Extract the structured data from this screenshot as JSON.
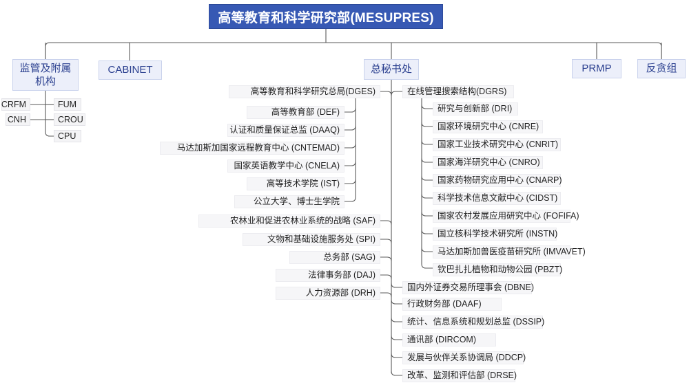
{
  "diagram": {
    "type": "organization-chart",
    "title": "高等教育和科学研究部(MESUPRES)",
    "colors": {
      "root_fill": "#3759b4",
      "root_text": "#ffffff",
      "level2_fill": "#eceffa",
      "level2_border": "#c9d2ec",
      "level2_text": "#2a3f8f",
      "leaf_fill": "#f6f6f8",
      "leaf_text": "#1f1f1f",
      "connector": "#5a5a5a"
    }
  },
  "root": {
    "label": "高等教育和科学研究部(MESUPRES)"
  },
  "level2": [
    {
      "label": "监管及附属机构"
    },
    {
      "label": "CABINET"
    },
    {
      "label": "总秘书处"
    },
    {
      "label": "PRMP"
    },
    {
      "label": "反贪组"
    }
  ],
  "supervision": {
    "parent": "监管及附属机构",
    "left_chips": [
      {
        "label": "CRFM"
      },
      {
        "label": "CNH"
      }
    ],
    "right_chips": [
      {
        "label": "FUM"
      },
      {
        "label": "CROU"
      },
      {
        "label": "CPU"
      }
    ]
  },
  "secretariat": {
    "parent": "总秘书处",
    "left_branch": [
      {
        "label": "高等教育和科学研究总局(DGES)",
        "children": [
          {
            "label": "高等教育部 (DEF)"
          },
          {
            "label": "认证和质量保证总监 (DAAQ)"
          },
          {
            "label": "马达加斯加国家远程教育中心 (CNTEMAD)"
          },
          {
            "label": "国家英语教学中心 (CNELA)"
          },
          {
            "label": "高等技术学院 (IST)"
          },
          {
            "label": "公立大学、博士生学院"
          }
        ]
      },
      {
        "label": "农林业和促进农林业系统的战略 (SAF)",
        "children": []
      },
      {
        "label": "文物和基础设施服务处 (SPI)",
        "children": []
      },
      {
        "label": "总务部 (SAG)",
        "children": []
      },
      {
        "label": "法律事务部 (DAJ)",
        "children": []
      },
      {
        "label": "人力资源部 (DRH)",
        "children": []
      }
    ],
    "right_branch": [
      {
        "label": "在线管理搜索结构(DGRS)",
        "children": [
          {
            "label": "研究与创新部 (DRI)"
          },
          {
            "label": "国家环境研究中心 (CNRE)"
          },
          {
            "label": "国家工业技术研究中心 (CNRIT)"
          },
          {
            "label": "国家海洋研究中心 (CNRO)"
          },
          {
            "label": "国家药物研究应用中心 (CNARP)"
          },
          {
            "label": "科学技术信息文献中心 (CIDST)"
          },
          {
            "label": "国家农村发展应用研究中心 (FOFIFA)"
          },
          {
            "label": "国立核科学技术研究所 (INSTN)"
          },
          {
            "label": "马达加斯加兽医疫苗研究所 (IMVAVET)"
          },
          {
            "label": "钦巴扎扎植物和动物公园 (PBZT)"
          }
        ]
      },
      {
        "label": "国内外证券交易所理事会 (DBNE)",
        "children": []
      },
      {
        "label": "行政财务部 (DAAF)",
        "children": []
      },
      {
        "label": "统计、信息系统和规划总监 (DSSIP)",
        "children": []
      },
      {
        "label": "通讯部 (DIRCOM)",
        "children": []
      },
      {
        "label": "发展与伙伴关系协调局 (DDCP)",
        "children": []
      },
      {
        "label": "改革、监测和评估部 (DRSE)",
        "children": []
      }
    ]
  }
}
